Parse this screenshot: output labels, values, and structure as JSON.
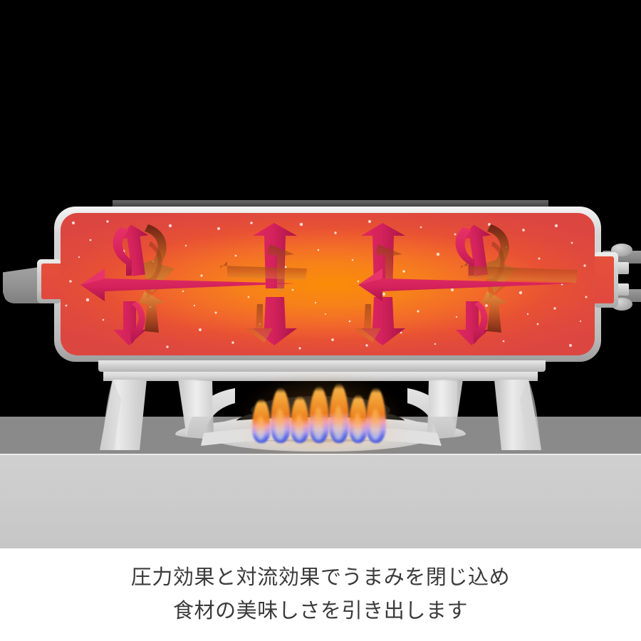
{
  "image": {
    "title": "圧力効果と対流効果の説明図",
    "background_color": "#ffffff",
    "scene_background_color": "#000000"
  },
  "caption": {
    "line1": "圧力効果と対流効果でうまみを閉じ込め",
    "line2": "食材の美味しさを引き出します",
    "text_color": "#3b3b3b"
  },
  "cookware": {
    "name": "圧力鍋断面図",
    "body_color_edge": "#dc4641",
    "body_color_center": "#fa8c08",
    "rim_color": "#cfcfcf",
    "lid_color": "#4d4d4d",
    "speckle_color": "#ffffff",
    "handle_color": "#8c8c8c",
    "handles": [
      {
        "side": "left",
        "label": "左ハンドル"
      },
      {
        "side": "right",
        "label": "右ハンドル上"
      },
      {
        "side": "right",
        "label": "右ハンドル下"
      }
    ]
  },
  "stove": {
    "name": "ガスコンロ",
    "top_band_color": "#8a8a8a",
    "front_panel_color": "#cbcbcb",
    "grate_color": "#d8d8d8",
    "burner_color": "#242424",
    "flame_count": 7,
    "flame_tip_color": "#f89b2e",
    "flame_base_color": "#4a5ae0"
  },
  "arrows": {
    "accent_color": "#d4225c",
    "shadow_color": "#c2571f",
    "convection_pairs": 2,
    "vertical_arrows": 8,
    "pressure_arrows": 2,
    "items": [
      {
        "id": "swirl-left",
        "kind": "convection-loop",
        "direction": "clockwise"
      },
      {
        "id": "swirl-right",
        "kind": "convection-loop",
        "direction": "clockwise"
      },
      {
        "id": "down-left-inner",
        "kind": "vertical",
        "direction": "down"
      },
      {
        "id": "up-left-inner",
        "kind": "vertical",
        "direction": "up"
      },
      {
        "id": "down-right-inner",
        "kind": "vertical",
        "direction": "down"
      },
      {
        "id": "up-right-inner",
        "kind": "vertical",
        "direction": "up"
      },
      {
        "id": "pressure-left",
        "kind": "pressure",
        "direction": "left"
      },
      {
        "id": "pressure-right",
        "kind": "pressure",
        "direction": "left"
      }
    ]
  }
}
